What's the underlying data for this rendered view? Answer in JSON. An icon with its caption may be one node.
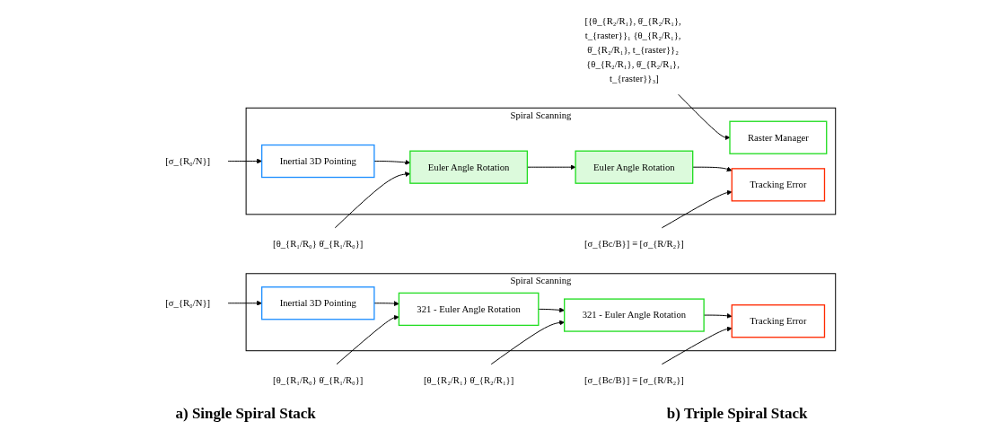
{
  "diagram": {
    "nodes": [
      {
        "text": [
          "Spiral Scanning"
        ]
      },
      {
        "text": [
          "Inertial 3D Pointing"
        ],
        "in": 0
      },
      {
        "text": [
          "321 - Euler Angle Rotation"
        ],
        "in": 0
      },
      {
        "text": [
          "321 - Euler Angle Rotation"
        ],
        "in": 0
      },
      {
        "text": [
          "Tracking Error"
        ],
        "in": 0
      },
      {
        "text": [
          "[σ_{R₀/N}]"
        ]
      },
      {
        "text": [
          "[θ_{R₁/R₀} θ̇_{R₁/R₀}]"
        ]
      },
      {
        "text": [
          "[θ_{R₂/R₁} θ̇_{R₂/R₁}]"
        ]
      },
      {
        "text": [
          "[σ_{Bc/B}] ≡ [σ_{R/R₂}]"
        ]
      },
      {
        "text": [
          "Spiral Scanning"
        ]
      },
      {
        "text": [
          "Inertial 3D Pointing"
        ],
        "in": 9
      },
      {
        "text": [
          "Euler Angle Rotation"
        ],
        "in": 9
      },
      {
        "text": [
          "Raster Manager"
        ],
        "in": 9
      },
      {
        "text": [
          "Euler Angle Rotation"
        ],
        "in": 9
      },
      {
        "text": [
          "Tracking Error"
        ],
        "in": 9
      },
      {
        "text": [
          "[σ_{R₀/N}]"
        ]
      },
      {
        "text": [
          "[θ_{R₁/R₀} θ̇_{R₁/R₀}]"
        ]
      },
      {
        "text": [
          "[{θ_{R₂/R₁}, θ̇_{R₂/R₁}, t_{raster}}₁ {θ_{R₂/R₁}, θ̇_{R₂/R₁}, t_{raster}}₂ {θ_{R₂/R₁}, θ̇_{R₂/R₁}, t_{raster}}₃]"
        ]
      },
      {
        "text": [
          "[σ_{Bc/B}] ≡ [σ_{R/R₂}]"
        ]
      }
    ],
    "edges": [
      {
        "from": 5,
        "to": 1,
        "arrow": "to"
      },
      {
        "from": 1,
        "to": 2,
        "arrow": "to"
      },
      {
        "from": 6,
        "to": 2,
        "arrow": "to"
      },
      {
        "from": 2,
        "to": 3,
        "arrow": "to"
      },
      {
        "from": 7,
        "to": 3,
        "arrow": "to"
      },
      {
        "from": 3,
        "to": 4,
        "arrow": "to"
      },
      {
        "from": 8,
        "to": 4,
        "arrow": "to"
      },
      {
        "from": 15,
        "to": 10,
        "arrow": "to"
      },
      {
        "from": 10,
        "to": 11,
        "arrow": "to"
      },
      {
        "from": 16,
        "to": 11,
        "arrow": "to"
      },
      {
        "from": 11,
        "to": 13,
        "arrow": "to"
      },
      {
        "from": 17,
        "to": 12,
        "arrow": "to"
      },
      {
        "from": 13,
        "to": 14,
        "arrow": "to"
      },
      {
        "from": 18,
        "to": 14,
        "arrow": "to"
      }
    ],
    "labels": [
      "a) Single Spiral Stack",
      "b) Triple Spiral Stack"
    ]
  }
}
